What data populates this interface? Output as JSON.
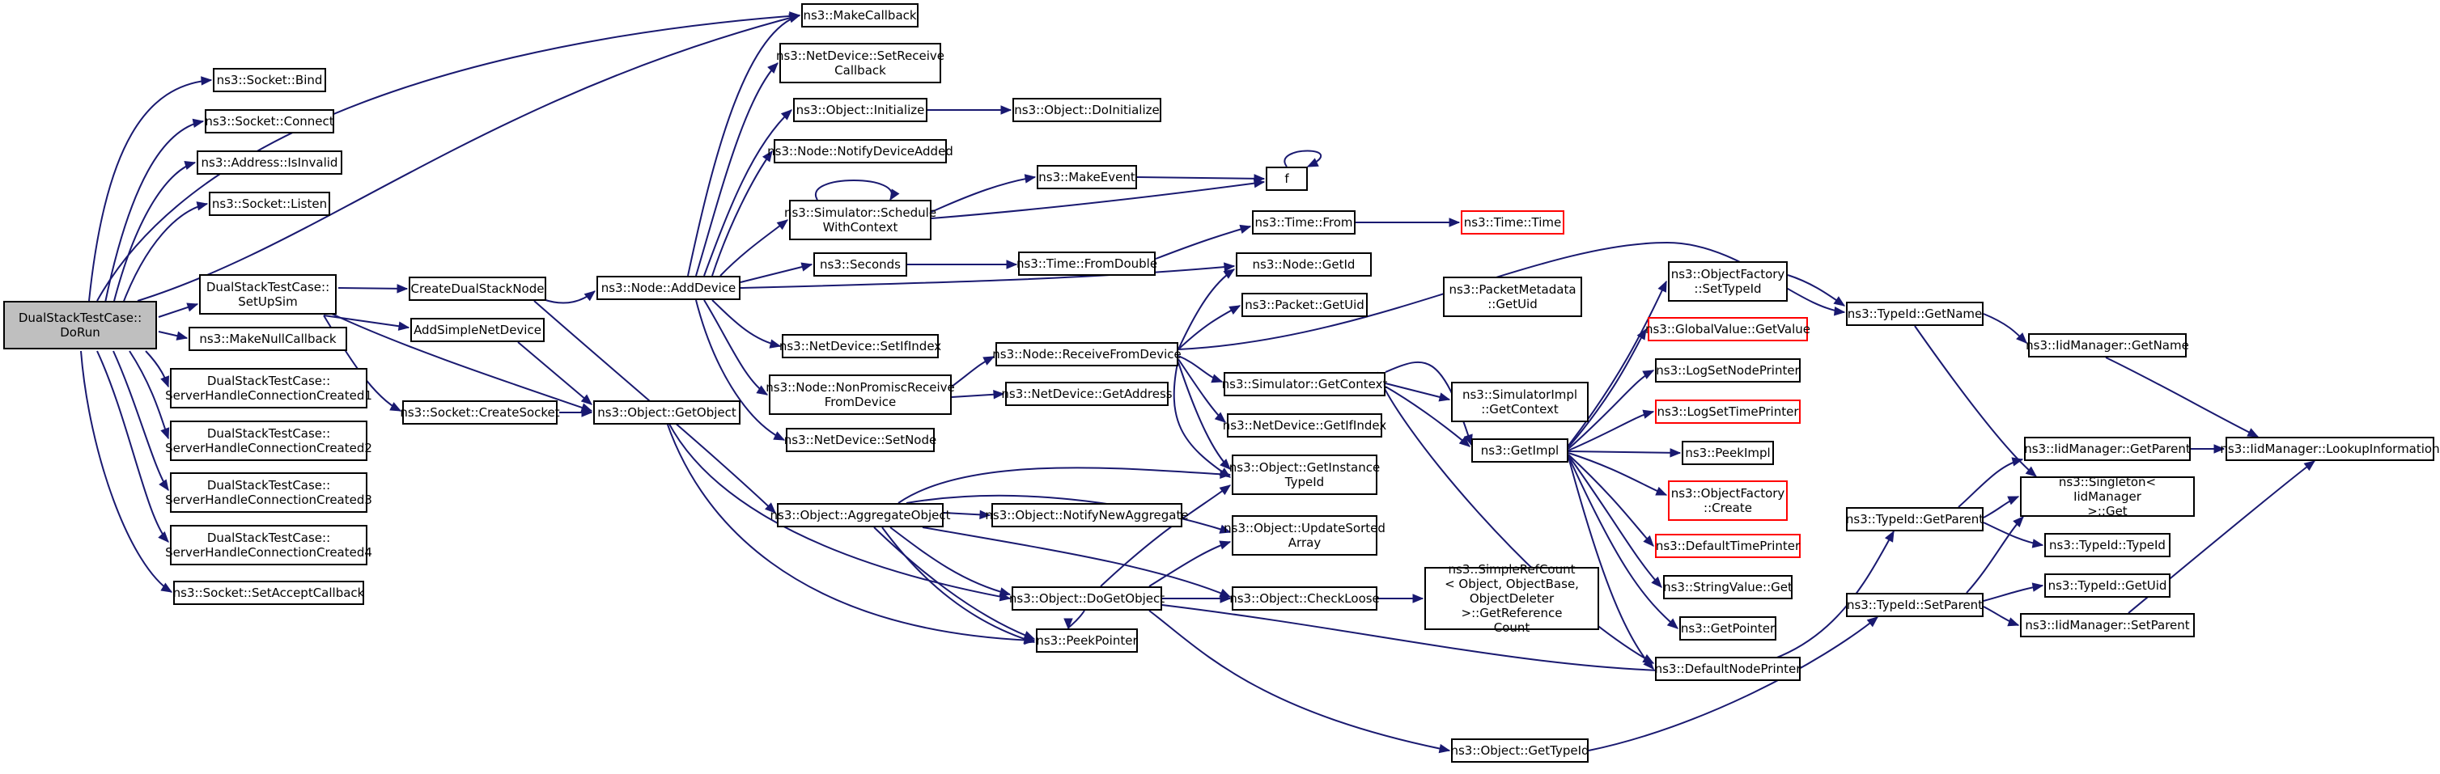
{
  "colors": {
    "edge": "#191970",
    "node_border": "#000000",
    "missing_node_border": "#ff0000",
    "root_fill": "#bfbfbf"
  },
  "nodes": {
    "root": "DualStackTestCase::\nDoRun",
    "makecallback": "ns3::MakeCallback",
    "socket_bind": "ns3::Socket::Bind",
    "socket_connect": "ns3::Socket::Connect",
    "address_isinvalid": "ns3::Address::IsInvalid",
    "socket_listen": "ns3::Socket::Listen",
    "setupsim": "DualStackTestCase::\nSetUpSim",
    "makenullcallback": "ns3::MakeNullCallback",
    "shcc1": "DualStackTestCase::\nServerHandleConnectionCreated1",
    "shcc2": "DualStackTestCase::\nServerHandleConnectionCreated2",
    "shcc3": "DualStackTestCase::\nServerHandleConnectionCreated3",
    "shcc4": "DualStackTestCase::\nServerHandleConnectionCreated4",
    "setacceptcallback": "ns3::Socket::SetAcceptCallback",
    "createdualstacknode": "CreateDualStackNode",
    "addsimplenetdevice": "AddSimpleNetDevice",
    "createsocket": "ns3::Socket::CreateSocket",
    "getobject": "ns3::Object::GetObject",
    "adddevice": "ns3::Node::AddDevice",
    "setreceivecallback": "ns3::NetDevice::SetReceive\nCallback",
    "object_initialize": "ns3::Object::Initialize",
    "notifydeviceadded": "ns3::Node::NotifyDeviceAdded",
    "schedulewithcontext": "ns3::Simulator::Schedule\nWithContext",
    "seconds": "ns3::Seconds",
    "setifindex": "ns3::NetDevice::SetIfIndex",
    "nonpromisc": "ns3::Node::NonPromiscReceive\nFromDevice",
    "setnode": "ns3::NetDevice::SetNode",
    "aggregateobject": "ns3::Object::AggregateObject",
    "doinitialize": "ns3::Object::DoInitialize",
    "makeevent": "ns3::MakeEvent",
    "f": "f",
    "fromdouble": "ns3::Time::FromDouble",
    "time_from": "ns3::Time::From",
    "time_time": "ns3::Time::Time",
    "getid": "ns3::Node::GetId",
    "receivefromdevice": "ns3::Node::ReceiveFromDevice",
    "getaddress": "ns3::NetDevice::GetAddress",
    "packet_getuid": "ns3::Packet::GetUid",
    "packetmetadata_getuid": "ns3::PacketMetadata\n::GetUid",
    "getcontext": "ns3::Simulator::GetContext",
    "getifindex": "ns3::NetDevice::GetIfIndex",
    "getinstancetypeid": "ns3::Object::GetInstance\nTypeId",
    "notifynewaggregate": "ns3::Object::NotifyNewAggregate",
    "updatesortedarray": "ns3::Object::UpdateSorted\nArray",
    "dogetobject": "ns3::Object::DoGetObject",
    "checkloose": "ns3::Object::CheckLoose",
    "peekpointer": "ns3::PeekPointer",
    "simplerefcount": "ns3::SimpleRefCount\n< Object, ObjectBase,\n ObjectDeleter >::GetReference\nCount",
    "object_gettypeid": "ns3::Object::GetTypeId",
    "simulatorimpl_getcontext": "ns3::SimulatorImpl\n::GetContext",
    "getimpl": "ns3::GetImpl",
    "objectfactory_settypeid": "ns3::ObjectFactory\n::SetTypeId",
    "globalvalue_getvalue": "ns3::GlobalValue::GetValue",
    "logsetnodeprinter": "ns3::LogSetNodePrinter",
    "logsettimeprinter": "ns3::LogSetTimePrinter",
    "peekimpl": "ns3::PeekImpl",
    "objectfactory_create": "ns3::ObjectFactory\n::Create",
    "defaulttimeprinter": "ns3::DefaultTimePrinter",
    "stringvalue_get": "ns3::StringValue::Get",
    "getpointer": "ns3::GetPointer",
    "defaultnodeprinter": "ns3::DefaultNodePrinter",
    "typeid_getname": "ns3::TypeId::GetName",
    "iidmanager_getname": "ns3::IidManager::GetName",
    "typeid_getparent": "ns3::TypeId::GetParent",
    "typeid_setparent": "ns3::TypeId::SetParent",
    "iidmanager_getparent": "ns3::IidManager::GetParent",
    "singleton_get": "ns3::Singleton< IidManager\n >::Get",
    "typeid_typeid": "ns3::TypeId::TypeId",
    "typeid_getuid": "ns3::TypeId::GetUid",
    "iidmanager_setparent": "ns3::IidManager::SetParent",
    "lookupinformation": "ns3::IidManager::LookupInformation"
  }
}
